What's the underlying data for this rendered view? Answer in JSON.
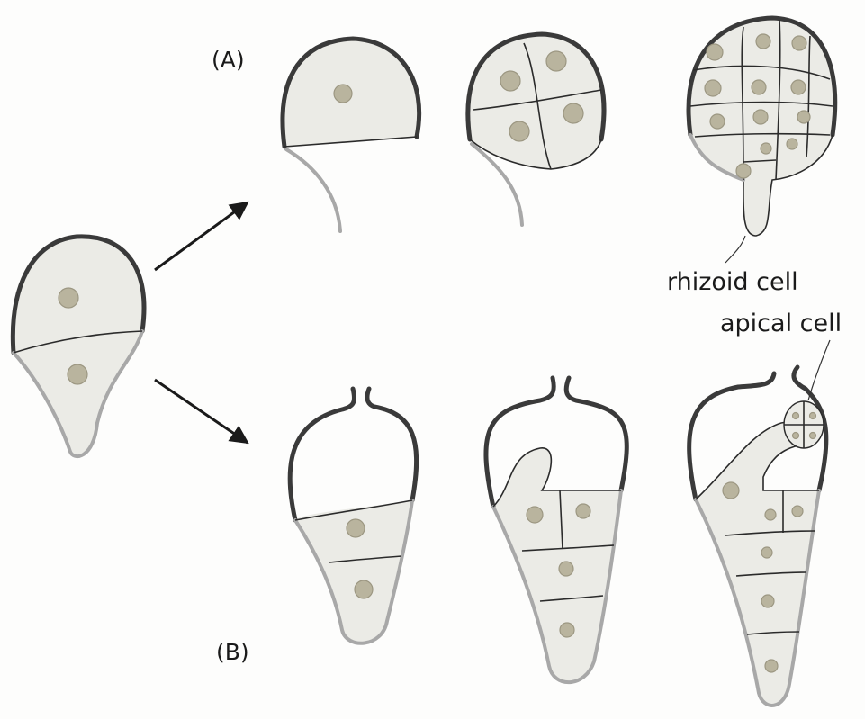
{
  "figure": {
    "row_labels": {
      "a": "(A)",
      "b": "(B)"
    },
    "annotations": {
      "rhizoid": "rhizoid cell",
      "apical": "apical cell"
    }
  },
  "colors": {
    "cell_fill": "#ebebe6",
    "dark_wall": "#3a3a3a",
    "light_wall": "#a8a8a8",
    "nucleus": "#b9b49e"
  }
}
